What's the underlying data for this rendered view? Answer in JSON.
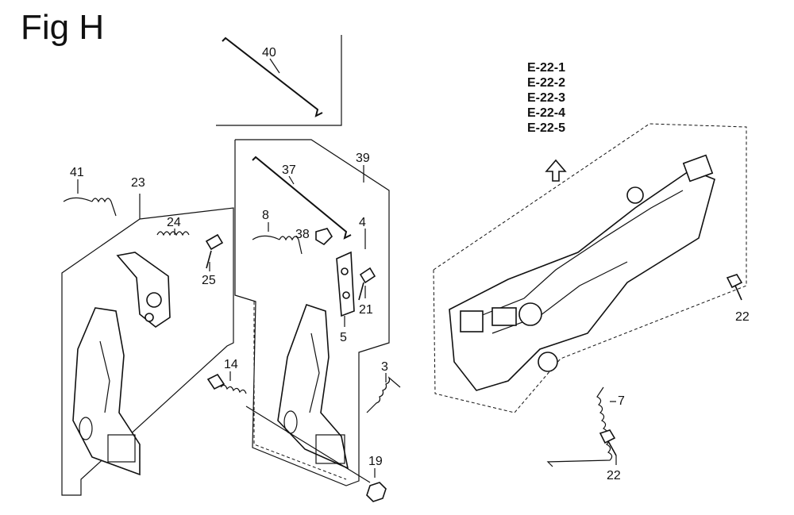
{
  "title": "Fig H",
  "reference_links": [
    "E-22-1",
    "E-22-2",
    "E-22-3",
    "E-22-4",
    "E-22-5"
  ],
  "callouts": [
    "40",
    "41",
    "23",
    "24",
    "25",
    "37",
    "39",
    "8",
    "38",
    "4",
    "21",
    "5",
    "14",
    "3",
    "19",
    "7",
    "22",
    "22"
  ]
}
